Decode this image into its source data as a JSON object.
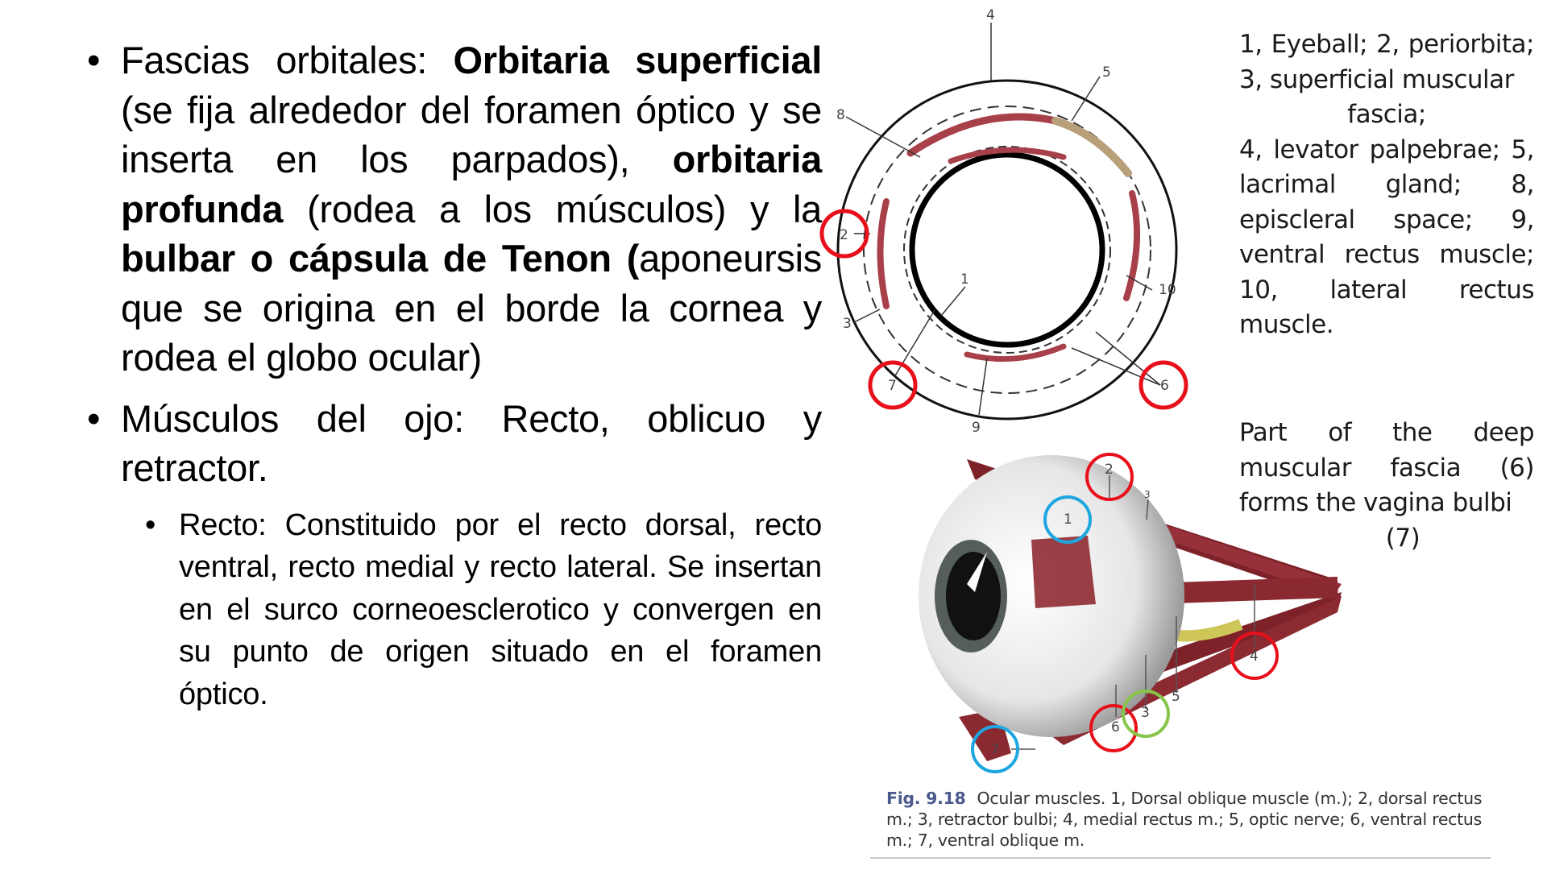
{
  "slide": {
    "bullets": [
      {
        "segments": [
          {
            "text": "Fascias orbitales: ",
            "bold": false
          },
          {
            "text": "Orbitaria superficial",
            "bold": true
          },
          {
            "text": " (se fija alrededor del foramen óptico y se inserta en los parpados), ",
            "bold": false
          },
          {
            "text": "orbitaria profunda",
            "bold": true
          },
          {
            "text": " (rodea a los músculos) y la ",
            "bold": false
          },
          {
            "text": "bulbar o cápsula de Tenon (",
            "bold": true
          },
          {
            "text": "aponeursis que se origina en el borde la cornea y rodea el globo ocular)",
            "bold": false
          }
        ]
      },
      {
        "text": "Músculos del ojo: Recto, oblicuo y retractor.",
        "sub_bullets": [
          {
            "text": "Recto: Constituido por el recto dorsal, recto ventral, recto medial y recto lateral. Se insertan en el surco corneoesclerotico y convergen en su punto de origen situado en el foramen óptico."
          }
        ]
      }
    ],
    "bullet_glyph": "•"
  },
  "figure_top": {
    "type": "cross-section diagram of orbit",
    "labels": [
      "1",
      "2",
      "3",
      "4",
      "5",
      "6",
      "7",
      "8",
      "9",
      "10"
    ],
    "circled_labels": {
      "red": [
        "2",
        "7",
        "6"
      ]
    },
    "legend_lines": [
      "1, Eyeball; 2, periorbita; 3, superficial muscular",
      "fascia;",
      "4, levator palpebrae; 5, lacrimal gland; 8, episcleral space; 9, ventral rectus muscle; 10, lateral rectus muscle."
    ],
    "note": "Part of the deep muscular fascia (6) forms the vagina bulbi",
    "note_overlap": "(7)"
  },
  "figure_bottom": {
    "type": "lateral view of eyeball with ocular muscles",
    "labels": [
      "1",
      "2",
      "3",
      "3",
      "4",
      "5",
      "6",
      "7"
    ],
    "circled_labels": {
      "red": [
        "2",
        "4",
        "6"
      ],
      "blue": [
        "1",
        "7"
      ],
      "green": [
        "3"
      ]
    },
    "caption": {
      "fig_number": "Fig. 9.18",
      "text": "Ocular muscles. 1, Dorsal oblique muscle (m.); 2, dorsal rectus m.; 3, retractor bulbi; 4, medial rectus m.; 5, optic nerve; 6, ventral rectus m.; 7, ventral oblique m."
    }
  },
  "colors": {
    "circle_red": "#e8101a",
    "circle_blue": "#1ea6e0",
    "circle_green": "#86c64a",
    "muscle": "#8a2a30",
    "fig_label": "#4b5a8c"
  }
}
